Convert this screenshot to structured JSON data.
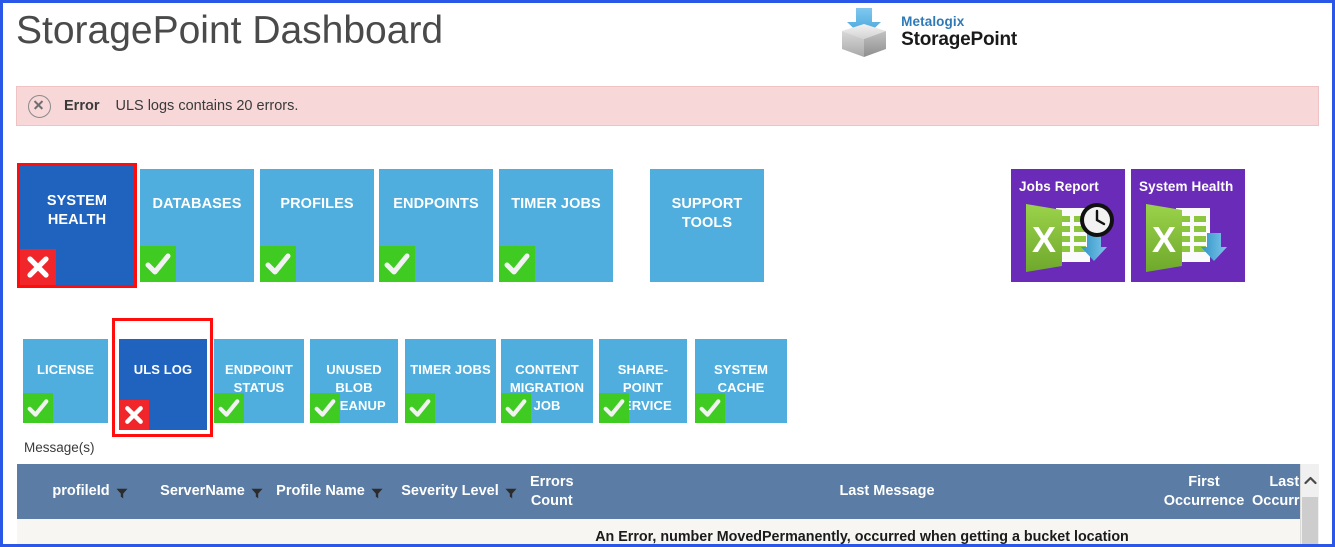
{
  "page": {
    "title": "StoragePoint Dashboard"
  },
  "brand": {
    "top": "Metalogix",
    "bottom": "StoragePoint",
    "logo_icon": "box-download-arrow-icon"
  },
  "alert": {
    "icon": "error-circle-x-icon",
    "title": "Error",
    "message": "ULS logs contains 20 errors.",
    "background": "#F7D7D7",
    "border": "#EFC3C3"
  },
  "colors": {
    "tile": "#4FAEDD",
    "tile_selected": "#1F63BE",
    "selection_border": "#FF0C0C",
    "status_ok": "#3FCB22",
    "status_fail": "#F0262A",
    "report_tile": "#6A2CB8",
    "grid_header": "#5B7CA5",
    "grid_row": "#F7F6F2",
    "window_border": "#2B57E8"
  },
  "tiles_row1": [
    {
      "label": "SYSTEM\nHEALTH",
      "status": "fail",
      "selected": true
    },
    {
      "label": "DATABASES",
      "status": "ok",
      "selected": false
    },
    {
      "label": "PROFILES",
      "status": "ok",
      "selected": false
    },
    {
      "label": "ENDPOINTS",
      "status": "ok",
      "selected": false
    },
    {
      "label": "TIMER JOBS",
      "status": "ok",
      "selected": false
    },
    {
      "label": "SUPPORT\nTOOLS",
      "status": "none",
      "selected": false
    }
  ],
  "tiles_row2": [
    {
      "label": "LICENSE",
      "status": "ok",
      "selected": false
    },
    {
      "label": "ULS LOG",
      "status": "fail",
      "selected": true
    },
    {
      "label": "ENDPOINT\nSTATUS",
      "status": "ok",
      "selected": false
    },
    {
      "label": "UNUSED\nBLOB\nCLEANUP",
      "status": "ok",
      "selected": false
    },
    {
      "label": "TIMER JOBS",
      "status": "ok",
      "selected": false
    },
    {
      "label": "CONTENT\nMIGRATION\nJOB",
      "status": "ok",
      "selected": false
    },
    {
      "label": "SHARE-\nPOINT\nSERVICE",
      "status": "ok",
      "selected": false
    },
    {
      "label": "SYSTEM\nCACHE",
      "status": "ok",
      "selected": false
    }
  ],
  "reports": [
    {
      "label": "Jobs Report",
      "icon": "excel-clock-download-icon"
    },
    {
      "label": "System Health",
      "icon": "excel-download-icon"
    }
  ],
  "grid": {
    "caption": "Message(s)",
    "columns": [
      {
        "label": "profileId",
        "filter": true
      },
      {
        "label": "ServerName",
        "filter": true
      },
      {
        "label": "Profile Name",
        "filter": true
      },
      {
        "label": "Severity Level",
        "filter": true
      },
      {
        "label": "Errors\nCount",
        "filter": false
      },
      {
        "label": "Last Message",
        "filter": false
      },
      {
        "label": "First\nOccurrence",
        "filter": false
      },
      {
        "label": "Last\nOccurren",
        "filter": false
      }
    ],
    "rows": [
      {
        "last_message": "An Error, number MovedPermanently, occurred when getting a bucket location"
      }
    ],
    "scrollbar": {
      "arrow_icon": "chevron-up-icon"
    }
  }
}
